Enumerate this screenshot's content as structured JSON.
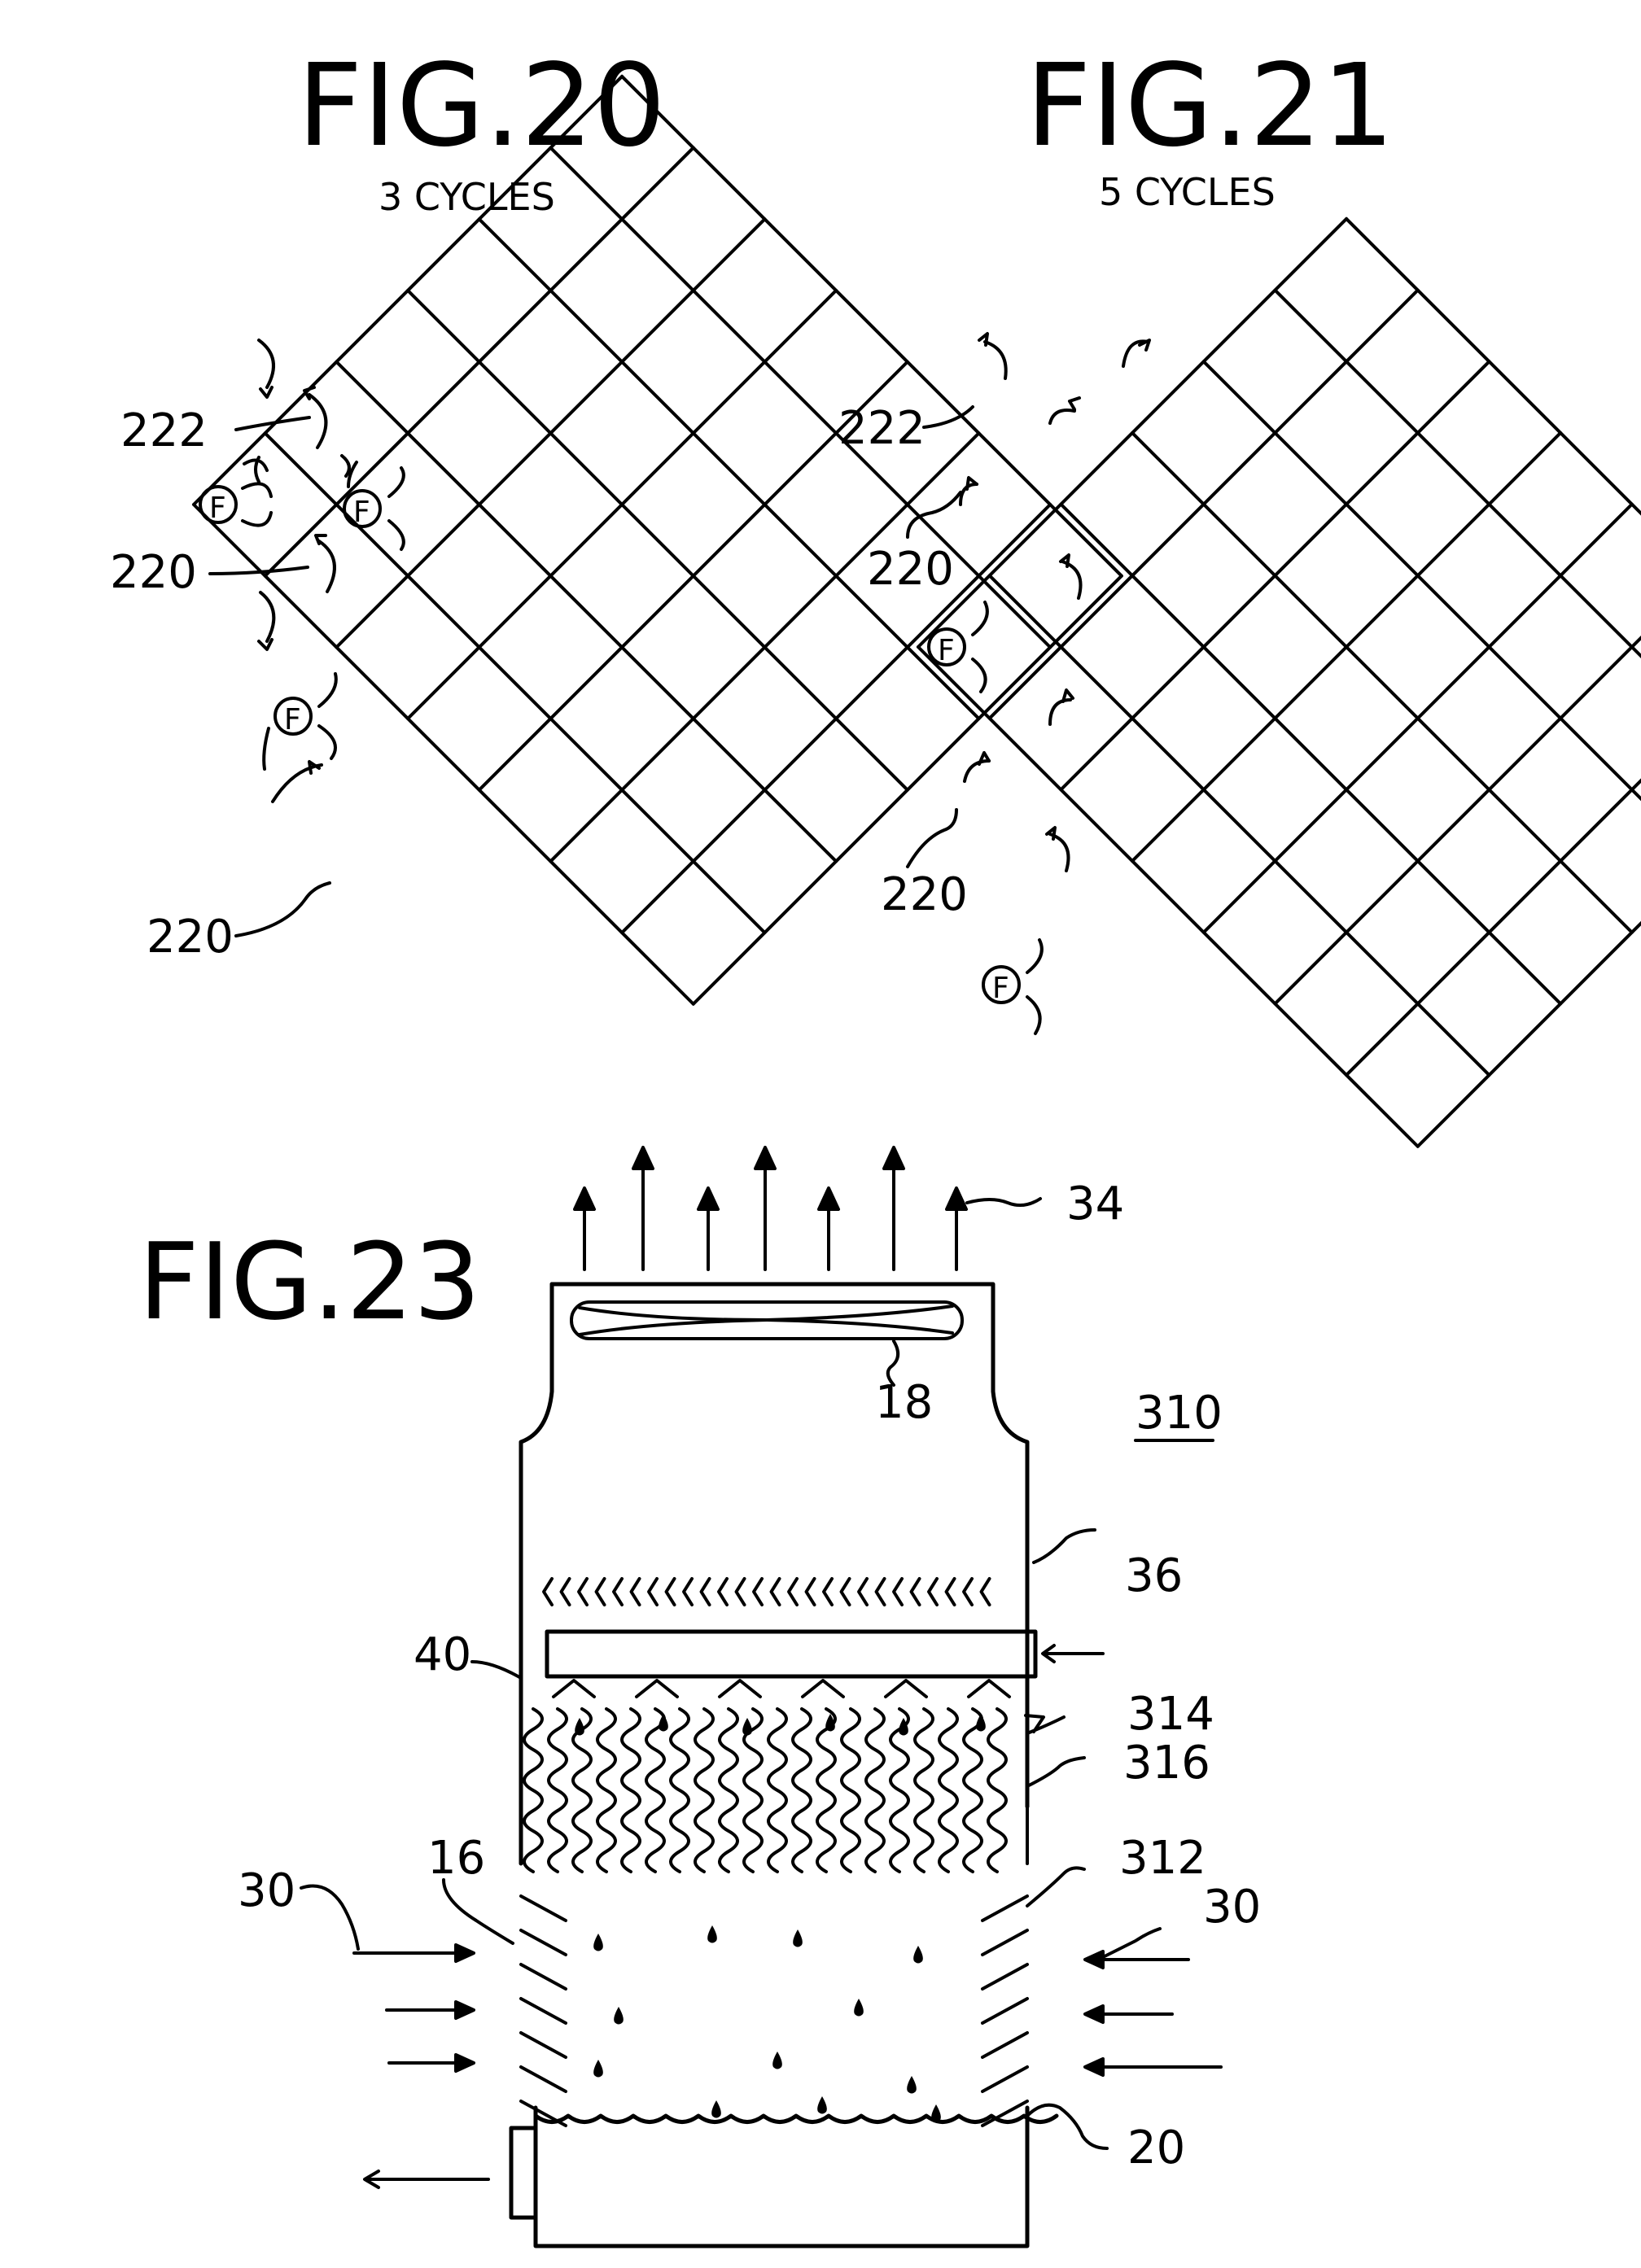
{
  "fig20": {
    "title": "FIG.20",
    "subtitle": "3 CYCLES",
    "labels": [
      "222",
      "220",
      "220"
    ],
    "fan_marker": "F"
  },
  "fig21": {
    "title": "FIG.21",
    "subtitle": "5 CYCLES",
    "labels": [
      "222",
      "220",
      "220"
    ],
    "fan_marker": "F"
  },
  "fig23": {
    "title": "FIG.23",
    "labels": {
      "top_arrows": "34",
      "fan": "18",
      "tower": "310",
      "eliminator": "36",
      "distribution": "40",
      "fill_arrow": "314",
      "fill": "316",
      "louver_right": "312",
      "air_left": "30",
      "air_right": "30",
      "louver_left": "16",
      "basin": "20"
    }
  }
}
